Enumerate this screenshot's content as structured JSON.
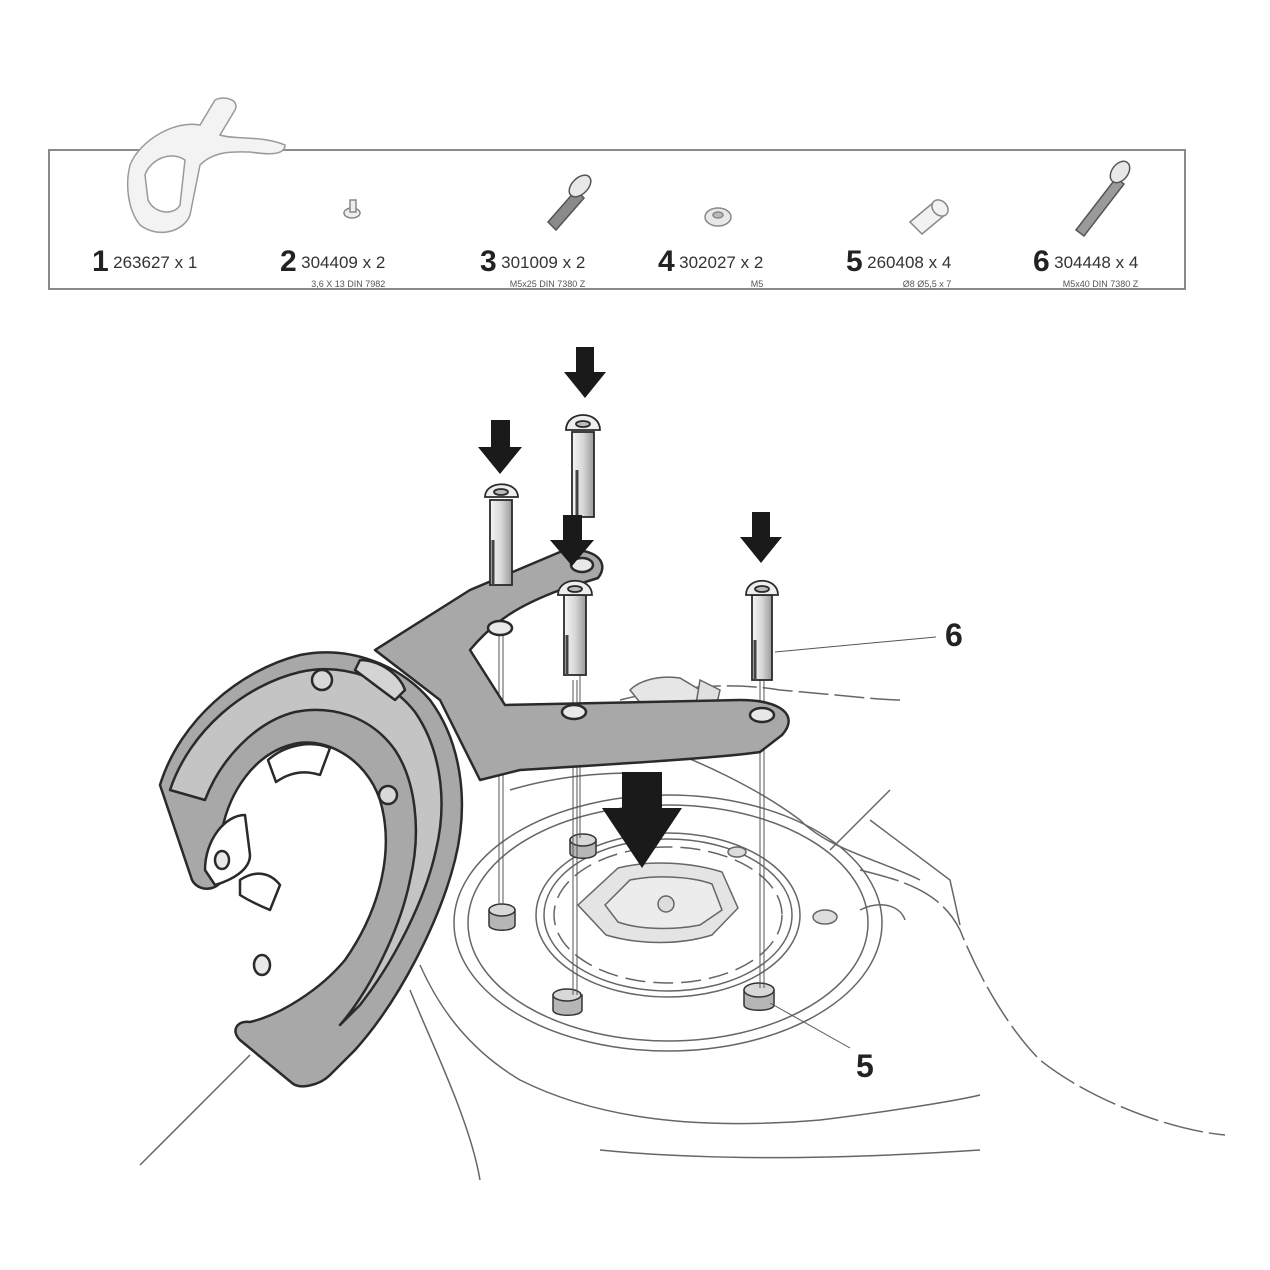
{
  "parts": [
    {
      "num": "1",
      "code": "263627 x 1",
      "spec": ""
    },
    {
      "num": "2",
      "code": "304409 x 2",
      "spec": "3,6 X 13 DIN 7982"
    },
    {
      "num": "3",
      "code": "301009 x 2",
      "spec": "M5x25 DIN 7380 Z"
    },
    {
      "num": "4",
      "code": "302027 x 2",
      "spec": "M5"
    },
    {
      "num": "5",
      "code": "260408 x 4",
      "spec": "Ø8 Ø5,5 x 7"
    },
    {
      "num": "6",
      "code": "304448 x 4",
      "spec": "M5x40 DIN 7380 Z"
    }
  ],
  "callouts": {
    "bolt_label": "6",
    "spacer_label": "5"
  },
  "colors": {
    "part_fill": "#a8a8a8",
    "part_fill_light": "#c4c4c4",
    "outline": "#2a2a2a",
    "arrow": "#1a1a1a",
    "line": "#555555"
  },
  "icons": [
    "mounting-ring-icon",
    "screw-icon",
    "bolt-icon",
    "washer-icon",
    "spacer-icon",
    "long-bolt-icon",
    "down-arrow-icon"
  ]
}
